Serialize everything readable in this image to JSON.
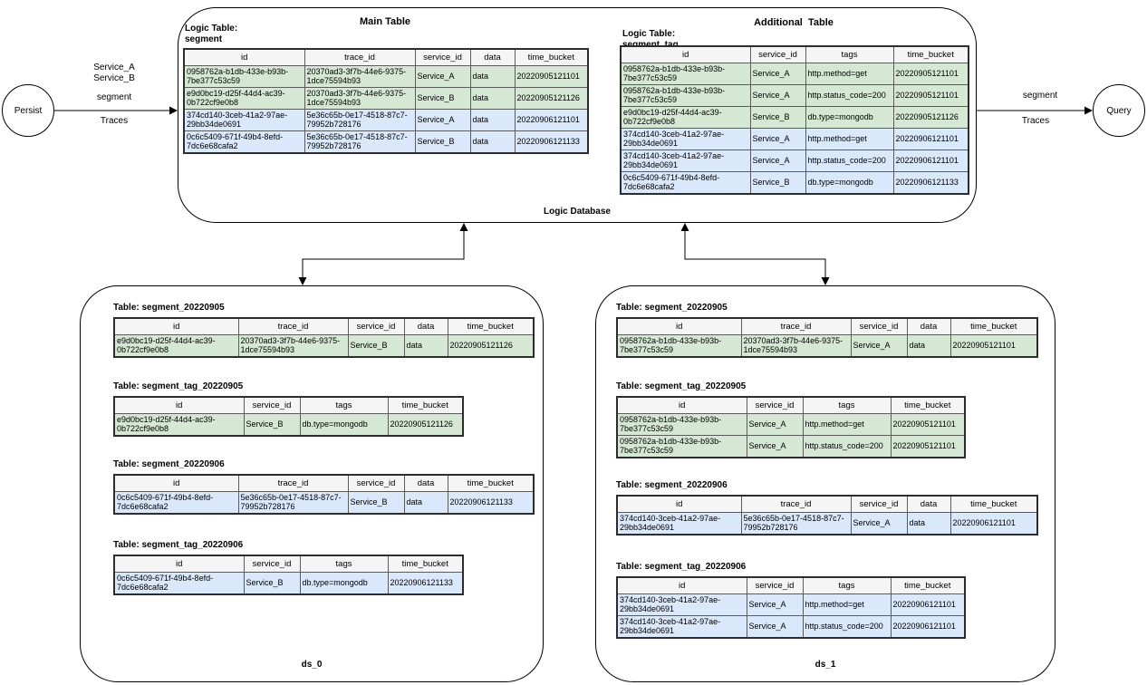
{
  "colors": {
    "green_row": "#d5e8d4",
    "blue_row": "#dae8fc",
    "header_bg": "#f5f5f5",
    "stroke": "#000000"
  },
  "nodes": {
    "persist": {
      "label": "Persist"
    },
    "query": {
      "label": "Query"
    }
  },
  "flows": {
    "left": {
      "services": "Service_A\nService_B",
      "entity": "segment",
      "arrow_label": "Traces"
    },
    "right": {
      "entity": "segment",
      "arrow_label": "Traces"
    }
  },
  "logic_db": {
    "label": "Logic Database",
    "main": {
      "section_title": "Main Table",
      "logic_label": "Logic Table:\nsegment",
      "columns": [
        "id",
        "trace_id",
        "service_id",
        "data",
        "time_bucket"
      ],
      "rows": [
        {
          "color": "green",
          "cells": [
            "0958762a-b1db-433e-b93b-7be377c53c59",
            "20370ad3-3f7b-44e6-9375-1dce75594b93",
            "Service_A",
            "data",
            "20220905121101"
          ]
        },
        {
          "color": "green",
          "cells": [
            "e9d0bc19-d25f-44d4-ac39-0b722cf9e0b8",
            "20370ad3-3f7b-44e6-9375-1dce75594b93",
            "Service_B",
            "data",
            "20220905121126"
          ]
        },
        {
          "color": "blue",
          "cells": [
            "374cd140-3ceb-41a2-97ae-29bb34de0691",
            "5e36c65b-0e17-4518-87c7-79952b728176",
            "Service_A",
            "data",
            "20220906121101"
          ]
        },
        {
          "color": "blue",
          "cells": [
            "0c6c5409-671f-49b4-8efd-7dc6e68cafa2",
            "5e36c65b-0e17-4518-87c7-79952b728176",
            "Service_B",
            "data",
            "20220906121133"
          ]
        }
      ]
    },
    "additional": {
      "section_title": "Additional  Table",
      "logic_label": "Logic Table:\nsegment_tag",
      "columns": [
        "id",
        "service_id",
        "tags",
        "time_bucket"
      ],
      "rows": [
        {
          "color": "green",
          "cells": [
            "0958762a-b1db-433e-b93b-7be377c53c59",
            "Service_A",
            "http.method=get",
            "20220905121101"
          ]
        },
        {
          "color": "green",
          "cells": [
            "0958762a-b1db-433e-b93b-7be377c53c59",
            "Service_A",
            "http.status_code=200",
            "20220905121101"
          ]
        },
        {
          "color": "green",
          "cells": [
            "e9d0bc19-d25f-44d4-ac39-0b722cf9e0b8",
            "Service_B",
            "db.type=mongodb",
            "20220905121126"
          ]
        },
        {
          "color": "blue",
          "cells": [
            "374cd140-3ceb-41a2-97ae-29bb34de0691",
            "Service_A",
            "http.method=get",
            "20220906121101"
          ]
        },
        {
          "color": "blue",
          "cells": [
            "374cd140-3ceb-41a2-97ae-29bb34de0691",
            "Service_A",
            "http.status_code=200",
            "20220906121101"
          ]
        },
        {
          "color": "blue",
          "cells": [
            "0c6c5409-671f-49b4-8efd-7dc6e68cafa2",
            "Service_B",
            "db.type=mongodb",
            "20220906121133"
          ]
        }
      ]
    }
  },
  "ds0": {
    "label": "ds_0",
    "tables": [
      {
        "title": "Table: segment_20220905",
        "columns": [
          "id",
          "trace_id",
          "service_id",
          "data",
          "time_bucket"
        ],
        "rows": [
          {
            "color": "green",
            "cells": [
              "e9d0bc19-d25f-44d4-ac39-0b722cf9e0b8",
              "20370ad3-3f7b-44e6-9375-1dce75594b93",
              "Service_B",
              "data",
              "20220905121126"
            ]
          }
        ]
      },
      {
        "title": "Table: segment_tag_20220905",
        "columns": [
          "id",
          "service_id",
          "tags",
          "time_bucket"
        ],
        "rows": [
          {
            "color": "green",
            "cells": [
              "e9d0bc19-d25f-44d4-ac39-0b722cf9e0b8",
              "Service_B",
              "db.type=mongodb",
              "20220905121126"
            ]
          }
        ]
      },
      {
        "title": "Table: segment_20220906",
        "columns": [
          "id",
          "trace_id",
          "service_id",
          "data",
          "time_bucket"
        ],
        "rows": [
          {
            "color": "blue",
            "cells": [
              "0c6c5409-671f-49b4-8efd-7dc6e68cafa2",
              "5e36c65b-0e17-4518-87c7-79952b728176",
              "Service_B",
              "data",
              "20220906121133"
            ]
          }
        ]
      },
      {
        "title": "Table: segment_tag_20220906",
        "columns": [
          "id",
          "service_id",
          "tags",
          "time_bucket"
        ],
        "rows": [
          {
            "color": "blue",
            "cells": [
              "0c6c5409-671f-49b4-8efd-7dc6e68cafa2",
              "Service_B",
              "db.type=mongodb",
              "20220906121133"
            ]
          }
        ]
      }
    ]
  },
  "ds1": {
    "label": "ds_1",
    "tables": [
      {
        "title": "Table: segment_20220905",
        "columns": [
          "id",
          "trace_id",
          "service_id",
          "data",
          "time_bucket"
        ],
        "rows": [
          {
            "color": "green",
            "cells": [
              "0958762a-b1db-433e-b93b-7be377c53c59",
              "20370ad3-3f7b-44e6-9375-1dce75594b93",
              "Service_A",
              "data",
              "20220905121101"
            ]
          }
        ]
      },
      {
        "title": "Table: segment_tag_20220905",
        "columns": [
          "id",
          "service_id",
          "tags",
          "time_bucket"
        ],
        "rows": [
          {
            "color": "green",
            "cells": [
              "0958762a-b1db-433e-b93b-7be377c53c59",
              "Service_A",
              "http.method=get",
              "20220905121101"
            ]
          },
          {
            "color": "green",
            "cells": [
              "0958762a-b1db-433e-b93b-7be377c53c59",
              "Service_A",
              "http.status_code=200",
              "20220905121101"
            ]
          }
        ]
      },
      {
        "title": "Table: segment_20220906",
        "columns": [
          "id",
          "trace_id",
          "service_id",
          "data",
          "time_bucket"
        ],
        "rows": [
          {
            "color": "blue",
            "cells": [
              "374cd140-3ceb-41a2-97ae-29bb34de0691",
              "5e36c65b-0e17-4518-87c7-79952b728176",
              "Service_A",
              "data",
              "20220906121101"
            ]
          }
        ]
      },
      {
        "title": "Table: segment_tag_20220906",
        "columns": [
          "id",
          "service_id",
          "tags",
          "time_bucket"
        ],
        "rows": [
          {
            "color": "blue",
            "cells": [
              "374cd140-3ceb-41a2-97ae-29bb34de0691",
              "Service_A",
              "http.method=get",
              "20220906121101"
            ]
          },
          {
            "color": "blue",
            "cells": [
              "374cd140-3ceb-41a2-97ae-29bb34de0691",
              "Service_A",
              "http.status_code=200",
              "20220906121101"
            ]
          }
        ]
      }
    ]
  }
}
